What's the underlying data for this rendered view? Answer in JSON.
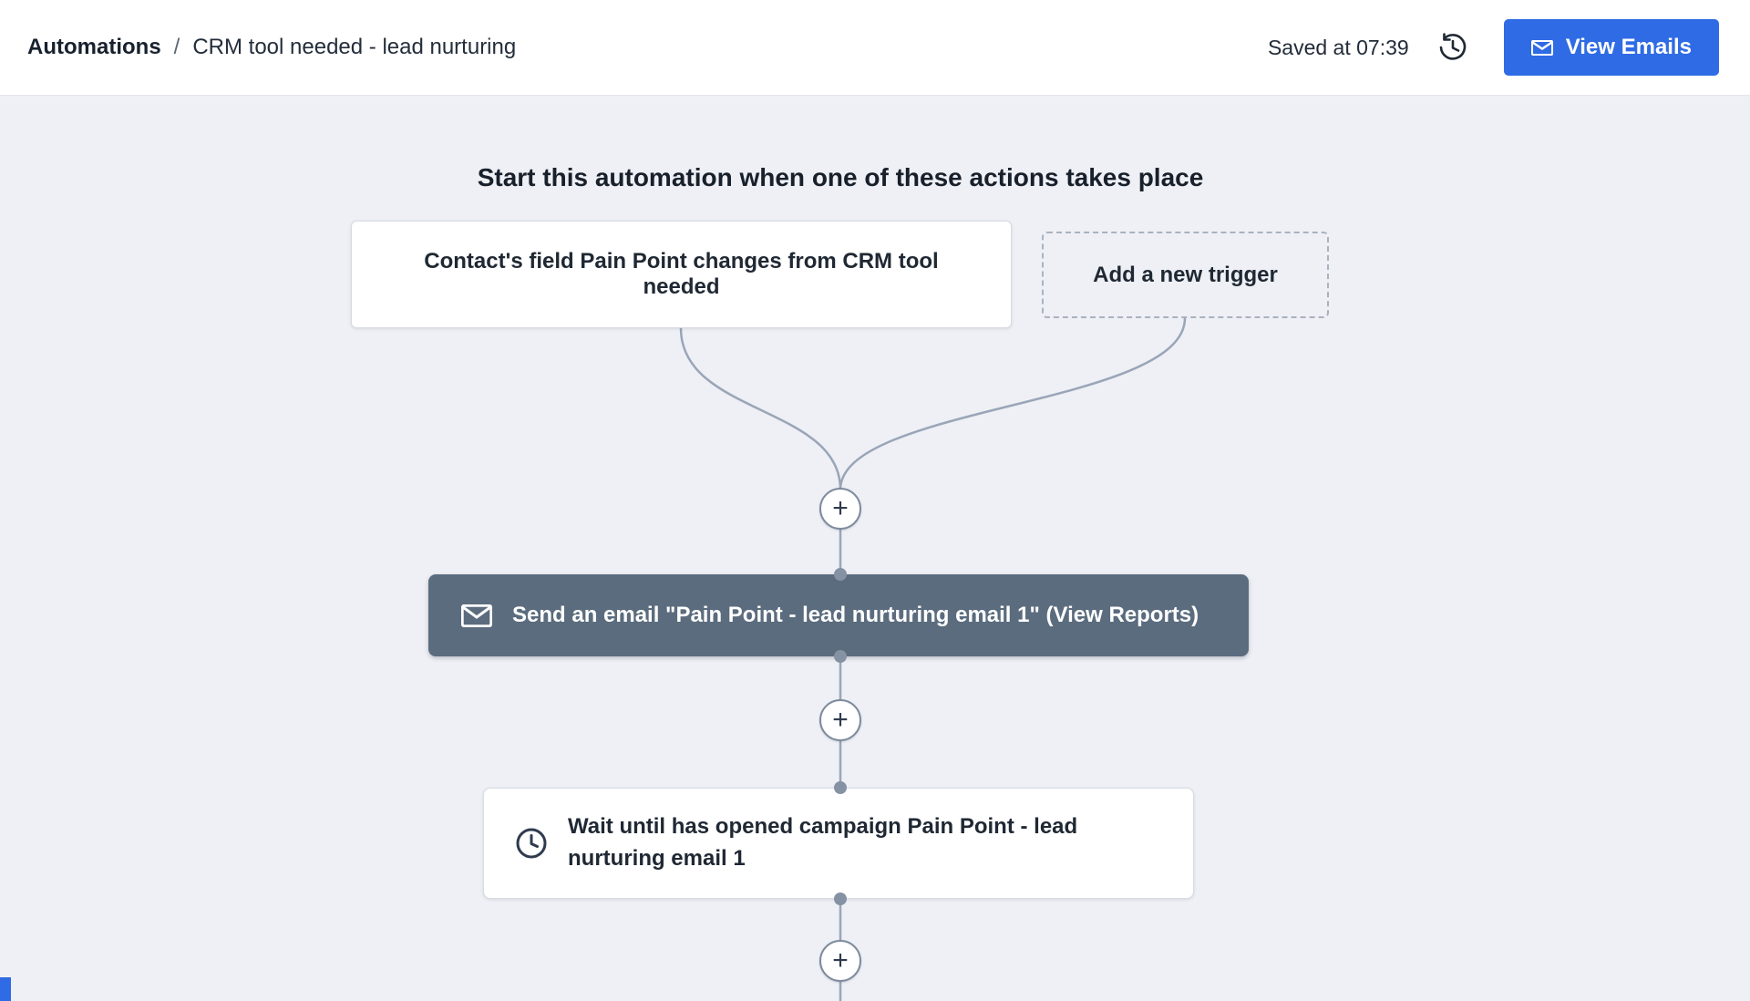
{
  "header": {
    "breadcrumb": {
      "root": "Automations",
      "separator": "/",
      "current": "CRM tool needed - lead nurturing"
    },
    "saved_status": "Saved at 07:39",
    "view_emails_label": "View Emails"
  },
  "canvas": {
    "heading": "Start this automation when one of these actions takes place",
    "trigger_label": "Contact's field Pain Point changes from CRM tool needed",
    "add_trigger_label": "Add a new trigger",
    "plus_label": "+",
    "nodes": [
      {
        "type": "email",
        "label": "Send an email \"Pain Point - lead nurturing email 1\" (View Reports)"
      },
      {
        "type": "wait",
        "label": "Wait until has opened campaign Pain Point - lead nurturing email 1"
      }
    ]
  },
  "icons": {
    "history": "clock-history-icon",
    "button_email": "envelope-icon",
    "node_email": "envelope-icon",
    "node_wait": "clock-icon"
  },
  "colors": {
    "accent_blue": "#2f6be4",
    "email_node_slate": "#5b6c7e",
    "connector_gray": "#9aa5b8",
    "canvas_background": "#eef0f5",
    "header_background": "#ffffff"
  }
}
